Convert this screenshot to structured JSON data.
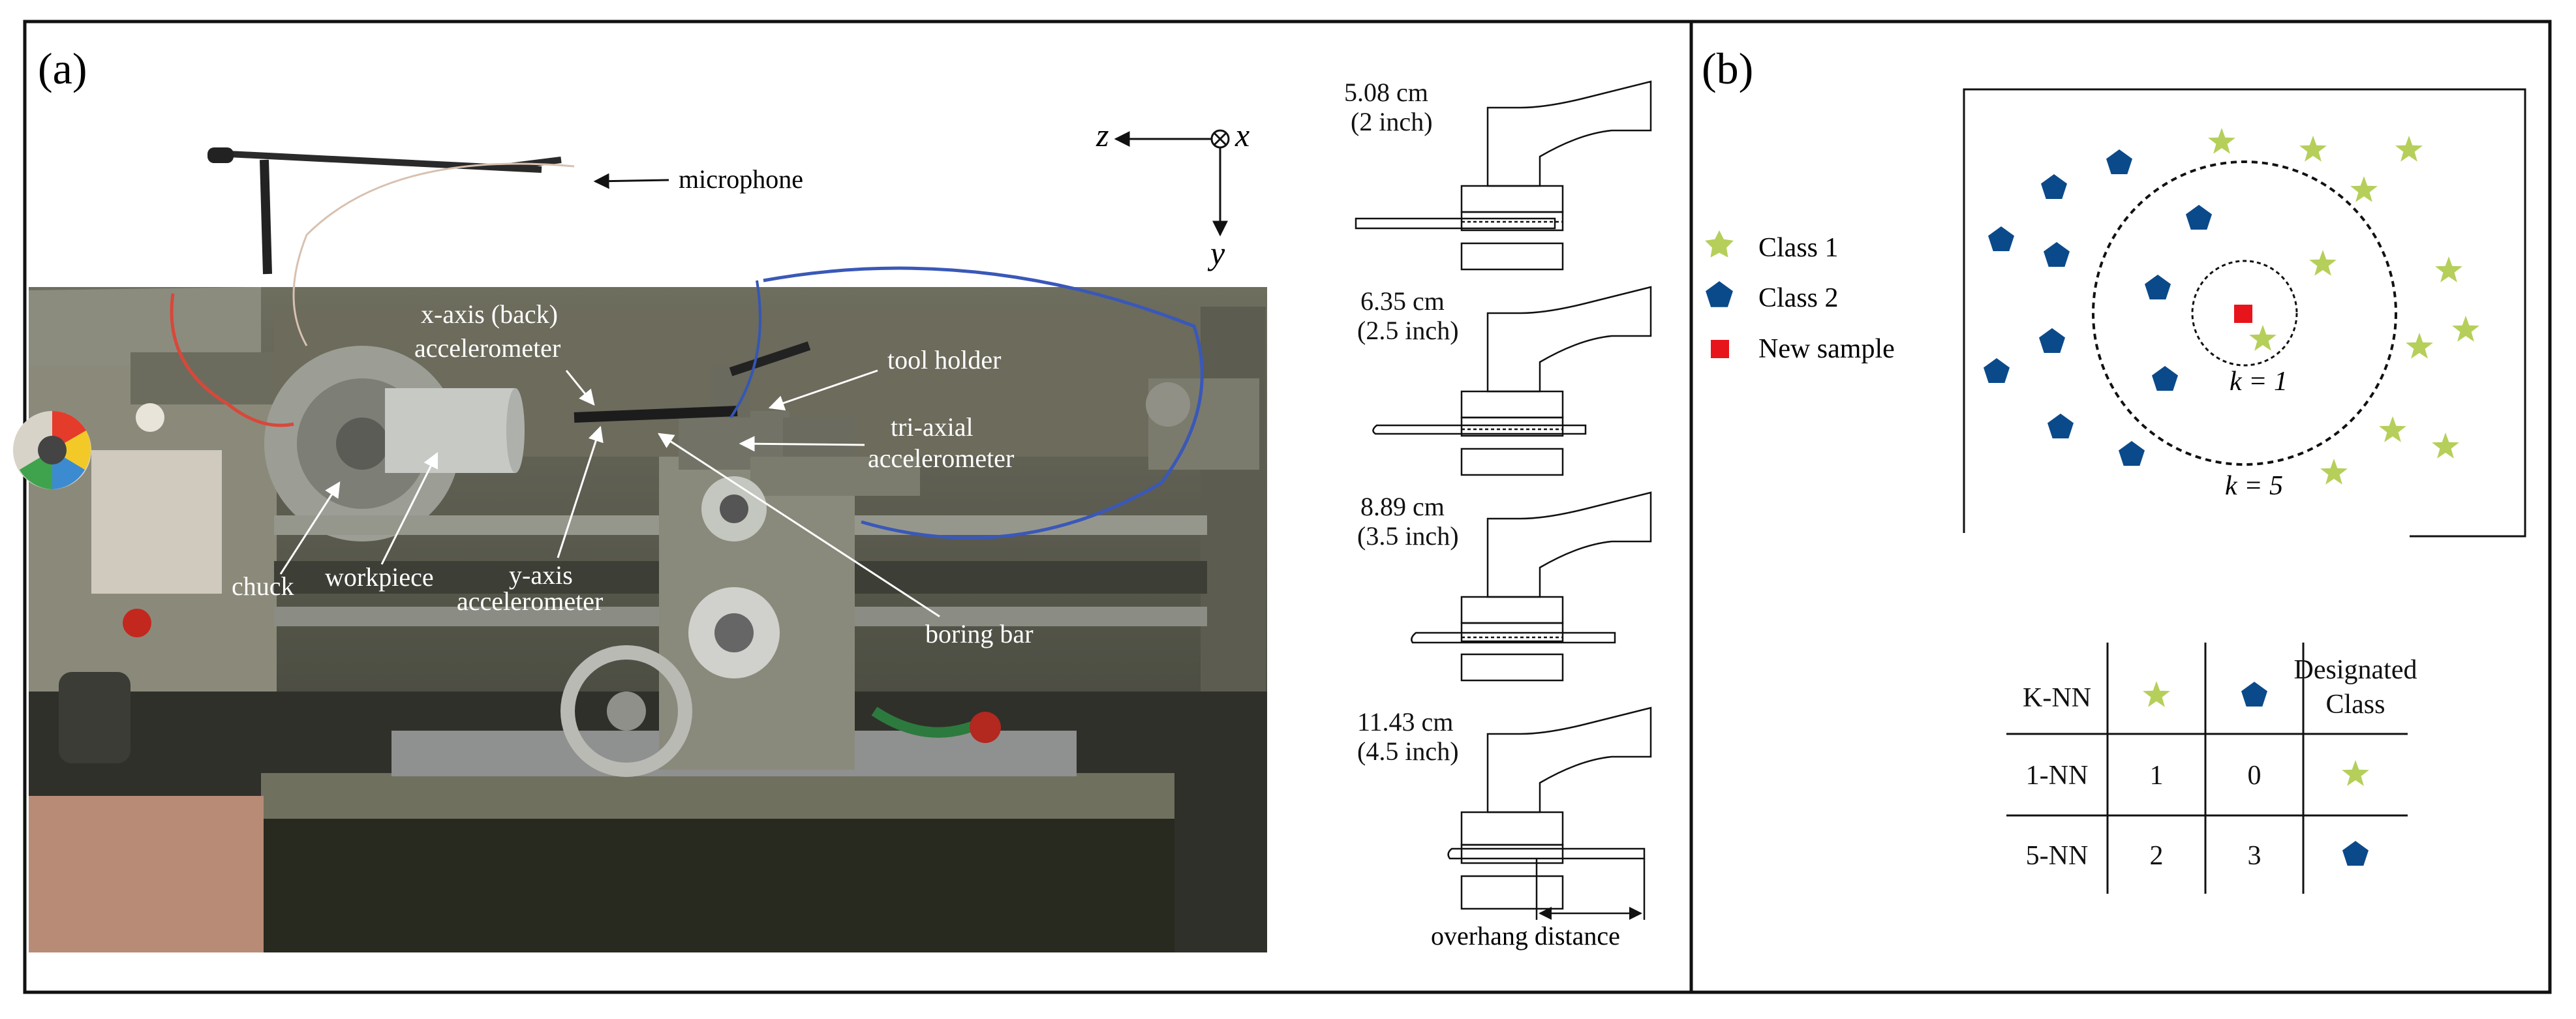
{
  "panel_a": {
    "tag": "(a)",
    "annotations": {
      "microphone": "microphone",
      "x_axis_accel_1": "x-axis (back)",
      "x_axis_accel_2": "accelerometer",
      "tool_holder": "tool holder",
      "triaxial_1": "tri-axial",
      "triaxial_2": "accelerometer",
      "chuck": "chuck",
      "workpiece": "workpiece",
      "y_axis_accel_1": "y-axis",
      "y_axis_accel_2": "accelerometer",
      "boring_bar": "boring bar"
    },
    "axes": {
      "z": "z",
      "x": "x",
      "y": "y"
    },
    "overhangs": [
      {
        "cm": "5.08 cm",
        "inch": "(2 inch)"
      },
      {
        "cm": "6.35 cm",
        "inch": "(2.5 inch)"
      },
      {
        "cm": "8.89 cm",
        "inch": "(3.5 inch)"
      },
      {
        "cm": "11.43 cm",
        "inch": "(4.5 inch)"
      }
    ],
    "overhang_label": "overhang distance"
  },
  "panel_b": {
    "tag": "(b)",
    "legend": [
      {
        "label": "Class 1",
        "color": "#b5cf5a",
        "icon": "star-icon"
      },
      {
        "label": "Class 2",
        "color": "#0b4a8a",
        "icon": "pentagon-icon"
      },
      {
        "label": "New sample",
        "color": "#e8141b",
        "icon": "square-icon"
      }
    ],
    "k_small": "k = 1",
    "k_large": "k = 5",
    "table": {
      "headers": [
        "K-NN",
        "star-icon",
        "pentagon-icon",
        "Designated Class"
      ],
      "header_last_line1": "Designated",
      "header_last_line2": "Class",
      "rows": [
        {
          "name": "1-NN",
          "class1": "1",
          "class2": "0",
          "designated": "star-icon"
        },
        {
          "name": "5-NN",
          "class1": "2",
          "class2": "3",
          "designated": "pentagon-icon"
        }
      ]
    }
  }
}
